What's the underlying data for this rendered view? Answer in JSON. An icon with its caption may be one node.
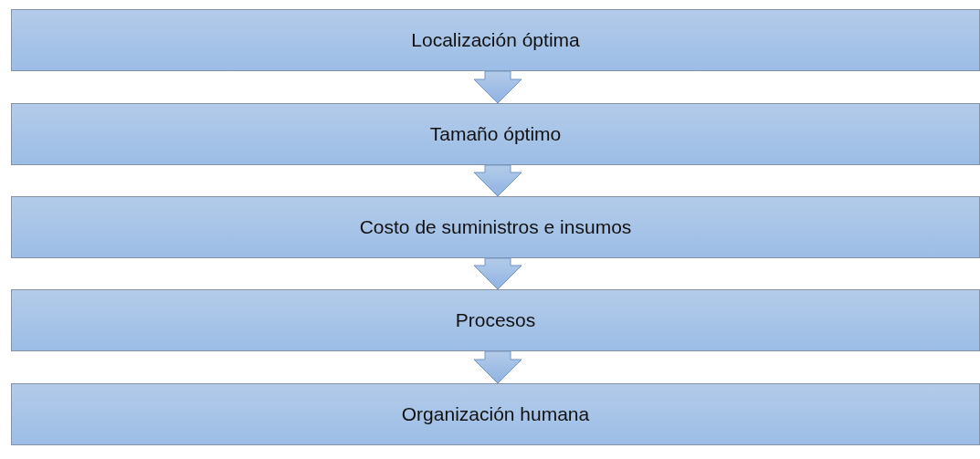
{
  "diagram": {
    "nodes": [
      {
        "text": [
          "Localización óptima"
        ]
      },
      {
        "text": [
          "Tamaño óptimo"
        ]
      },
      {
        "text": [
          "Costo de suministros e insumos"
        ]
      },
      {
        "text": [
          "Procesos"
        ]
      },
      {
        "text": [
          "Organización humana"
        ]
      }
    ],
    "edges": [
      {
        "from": 0,
        "to": 1,
        "arrow": "to"
      },
      {
        "from": 1,
        "to": 2,
        "arrow": "to"
      },
      {
        "from": 2,
        "to": 3,
        "arrow": "to"
      },
      {
        "from": 3,
        "to": 4,
        "arrow": "to"
      }
    ]
  }
}
